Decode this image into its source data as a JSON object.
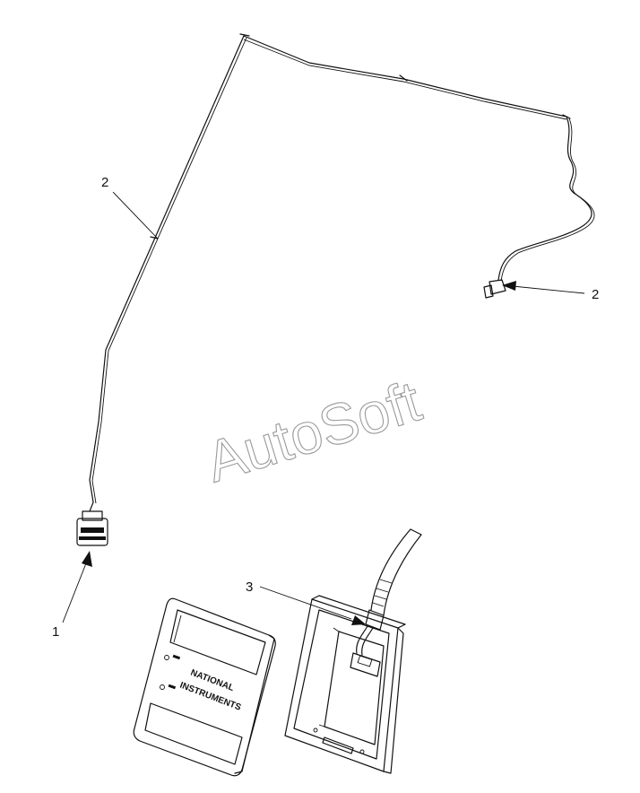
{
  "callouts": {
    "c1": "1",
    "c2a": "2",
    "c2b": "2",
    "c3": "3"
  },
  "watermark": "AutoSoft",
  "device": {
    "brand_line1": "NATIONAL",
    "brand_line2": "INSTRUMENTS"
  }
}
